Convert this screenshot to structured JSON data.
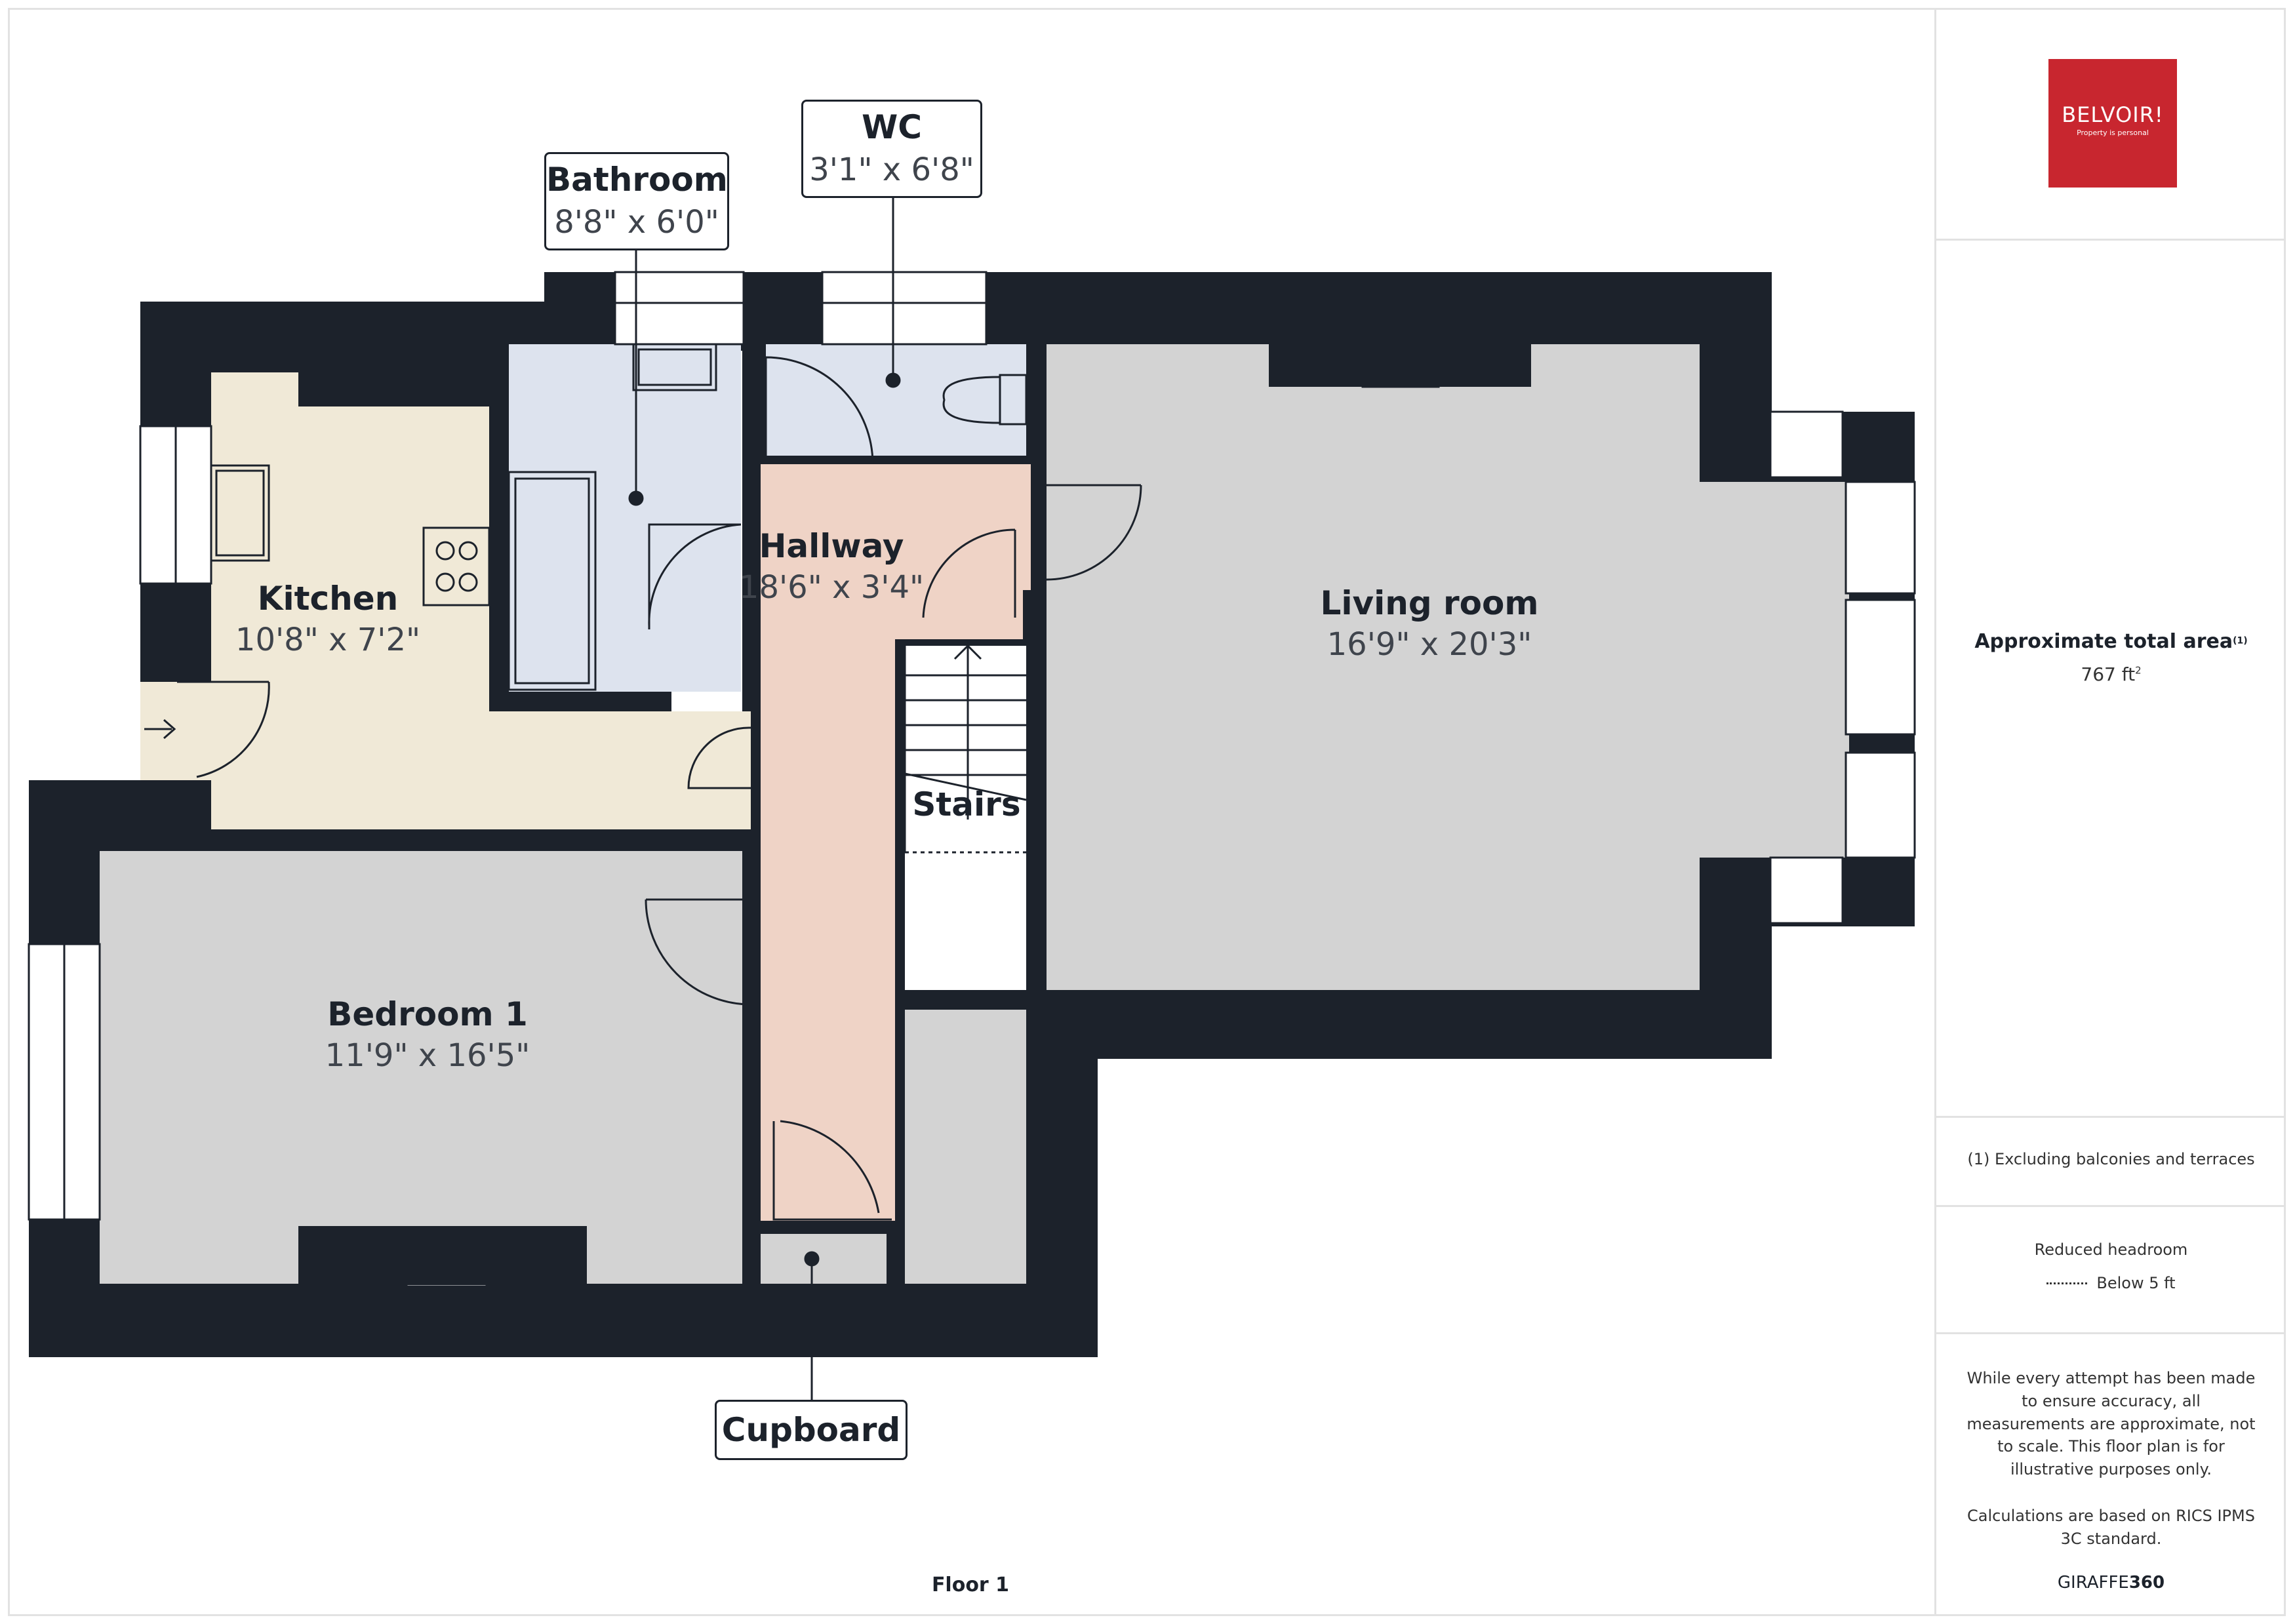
{
  "rooms": {
    "kitchen": {
      "name": "Kitchen",
      "dims": "10'8\" x 7'2\""
    },
    "bathroom": {
      "name": "Bathroom",
      "dims": "8'8\" x 6'0\""
    },
    "wc": {
      "name": "WC",
      "dims": "3'1\" x 6'8\""
    },
    "hallway": {
      "name": "Hallway",
      "dims": "18'6\" x 3'4\""
    },
    "living": {
      "name": "Living room",
      "dims": "16'9\" x 20'3\""
    },
    "stairs": {
      "name": "Stairs"
    },
    "bedroom1": {
      "name": "Bedroom 1",
      "dims": "11'9\" x 16'5\""
    },
    "cupboard": {
      "name": "Cupboard"
    }
  },
  "floor_label": "Floor 1",
  "sidebar": {
    "logo_text": "BELVOIR!",
    "logo_tagline": "Property is personal",
    "area_title": "Approximate total area",
    "area_sup": "(1)",
    "area_value": "767 ft",
    "area_unit_sup": "2",
    "footnote": "(1) Excluding balconies and terraces",
    "headroom_title": "Reduced headroom",
    "headroom_legend": "Below 5 ft",
    "disclaimer": "While every attempt has been made to ensure accuracy, all measurements are approximate, not to scale. This floor plan is for illustrative purposes only.",
    "calc_note": "Calculations are based on RICS IPMS 3C standard.",
    "brand_a": "GIRAFFE",
    "brand_b": "360"
  },
  "colors": {
    "wall": "#1c222b",
    "kitchen": "#f0e9d7",
    "bathroom": "#dde3ee",
    "hallway": "#efd3c6",
    "grey_room": "#d3d3d3",
    "logo": "#c8262f"
  }
}
